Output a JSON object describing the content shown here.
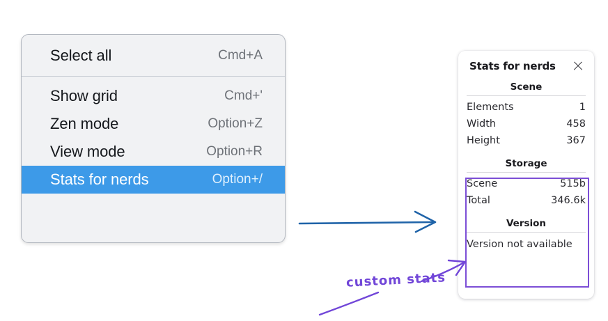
{
  "context_menu": {
    "groups": [
      {
        "items": [
          {
            "label": "Select all",
            "shortcut": "Cmd+A",
            "selected": false
          }
        ]
      },
      {
        "items": [
          {
            "label": "Show grid",
            "shortcut": "Cmd+'",
            "selected": false
          },
          {
            "label": "Zen mode",
            "shortcut": "Option+Z",
            "selected": false
          },
          {
            "label": "View mode",
            "shortcut": "Option+R",
            "selected": false
          },
          {
            "label": "Stats for nerds",
            "shortcut": "Option+/",
            "selected": true
          }
        ]
      }
    ]
  },
  "stats_panel": {
    "title": "Stats for nerds",
    "close_icon": "close-icon",
    "scene": {
      "heading": "Scene",
      "rows": [
        {
          "key": "Elements",
          "value": "1"
        },
        {
          "key": "Width",
          "value": "458"
        },
        {
          "key": "Height",
          "value": "367"
        }
      ]
    },
    "storage": {
      "heading": "Storage",
      "rows": [
        {
          "key": "Scene",
          "value": "515b"
        },
        {
          "key": "Total",
          "value": "346.6k"
        }
      ]
    },
    "version": {
      "heading": "Version",
      "text": "Version not available"
    }
  },
  "annotations": {
    "custom_stats_label": "custom stats"
  },
  "colors": {
    "menu_highlight": "#3d9ae8",
    "menu_background": "#f1f2f4",
    "annotation_purple": "#7146d8",
    "arrow_blue": "#1f63a8",
    "panel_white": "#ffffff"
  }
}
